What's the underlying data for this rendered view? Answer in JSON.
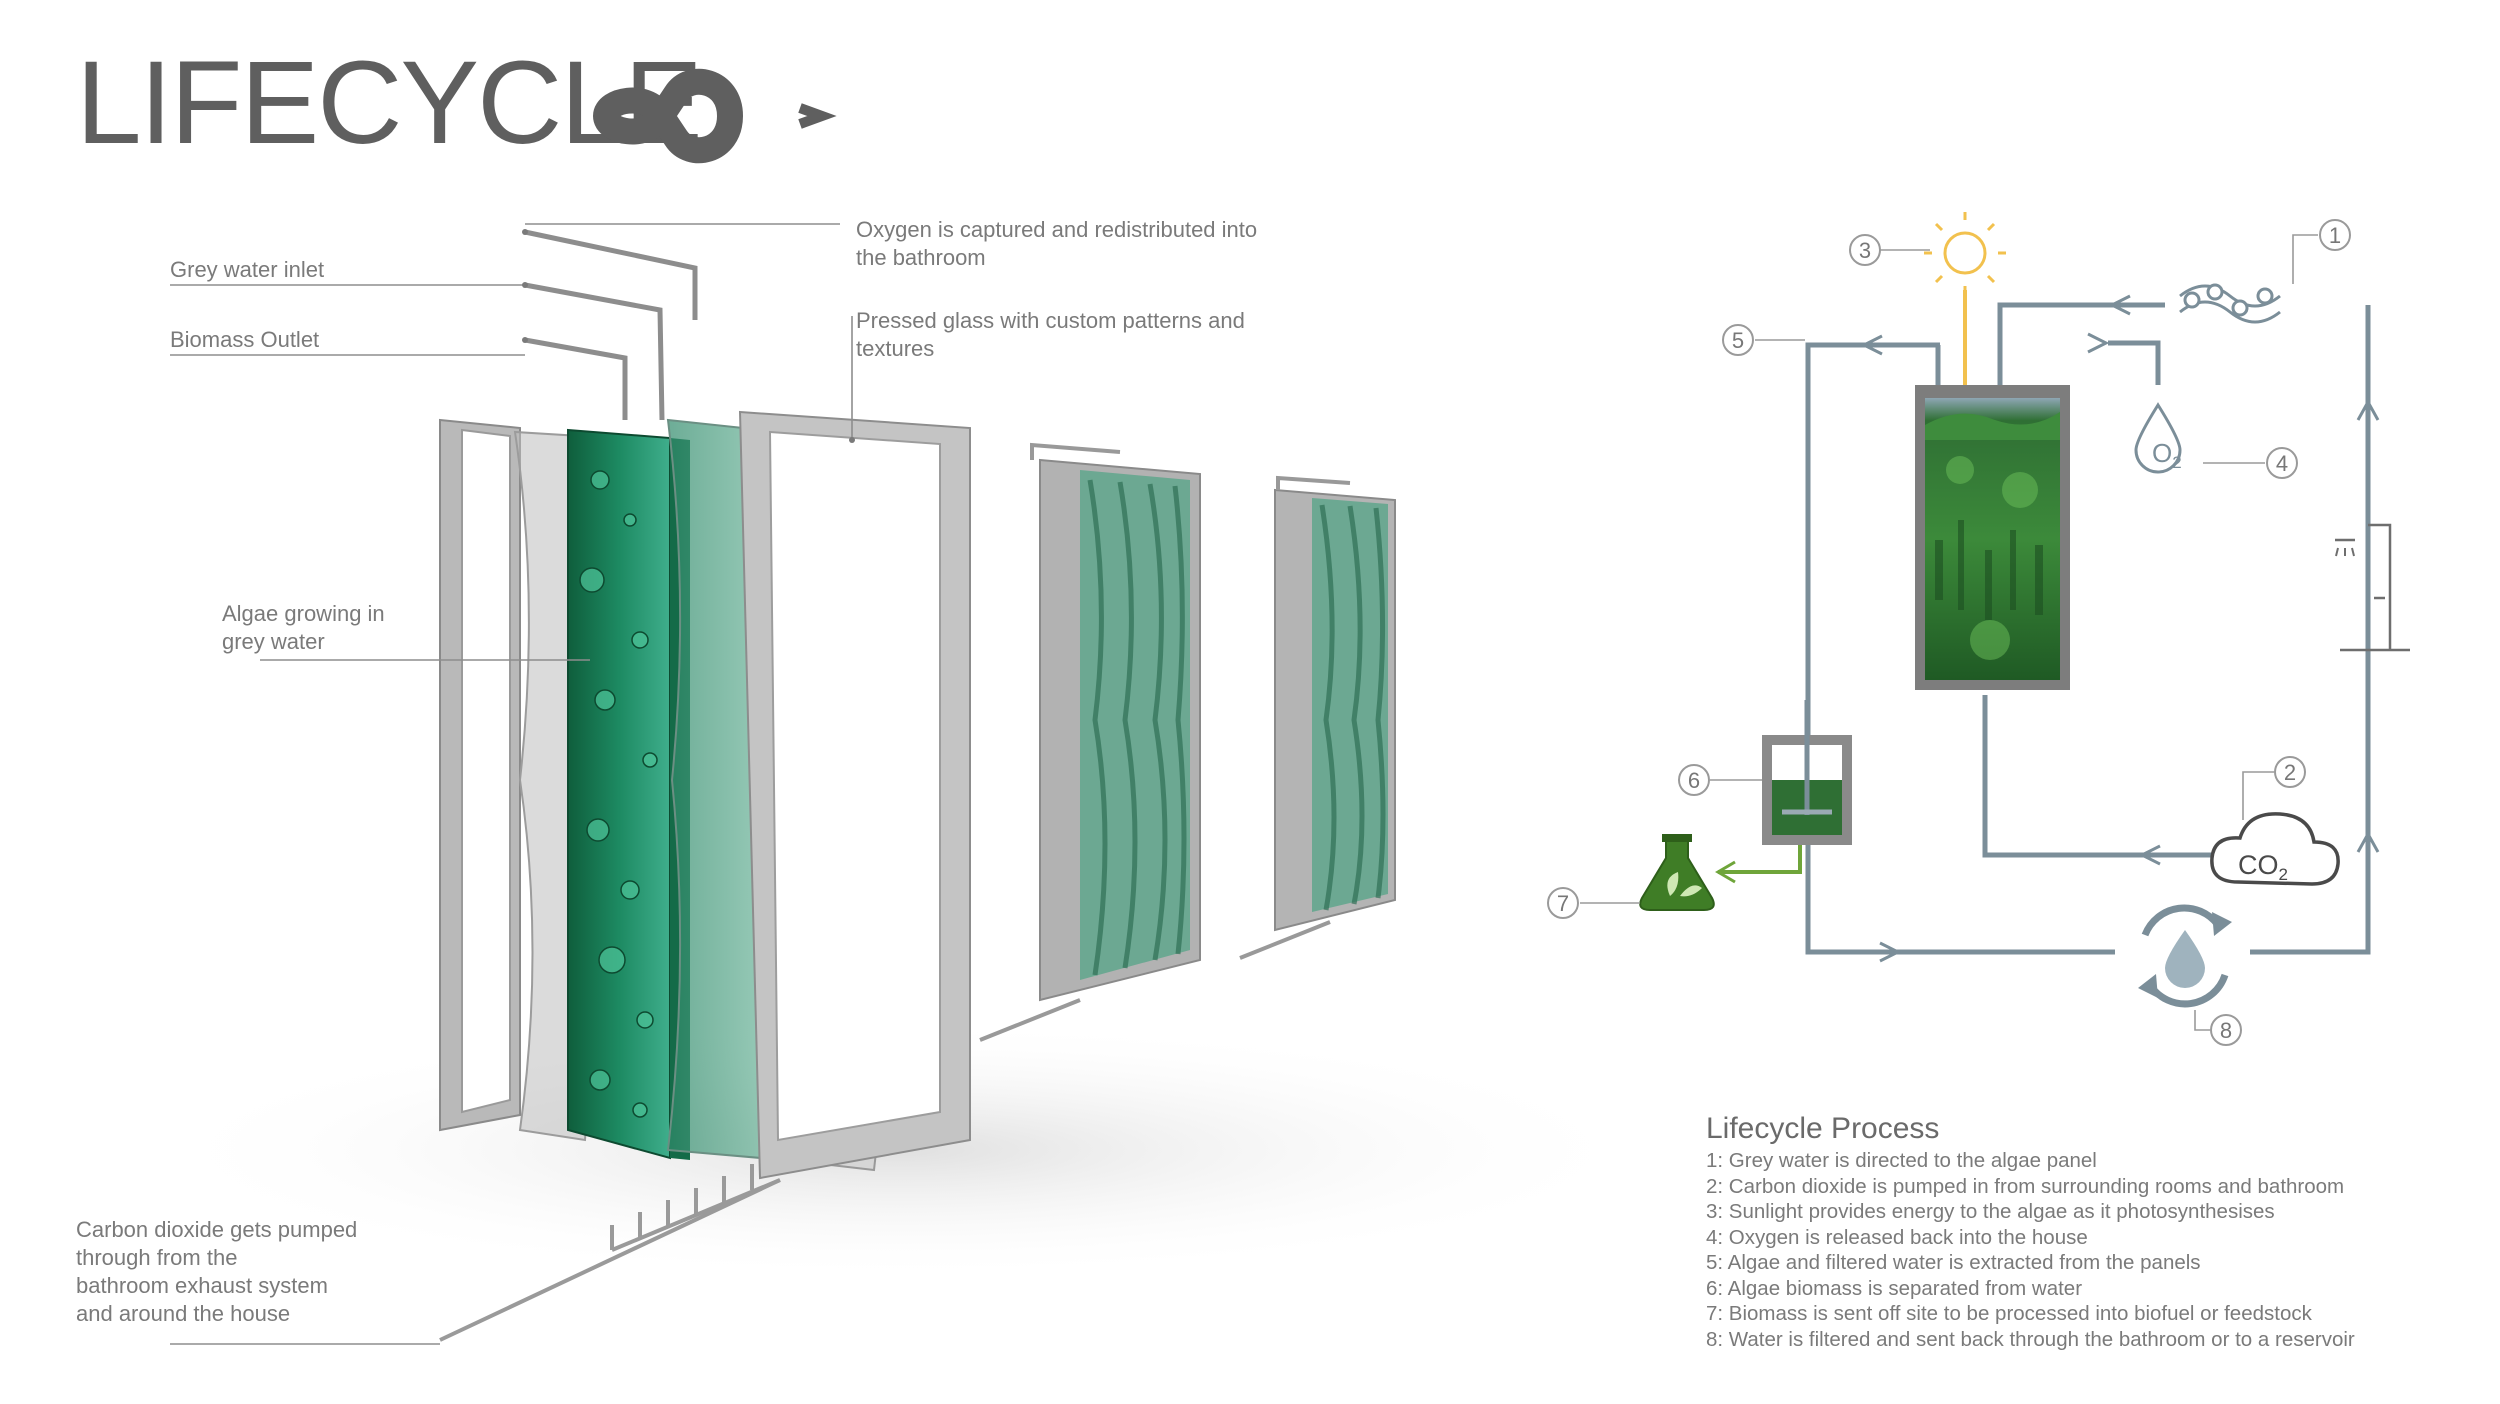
{
  "title": "LIFECYCLE",
  "callouts": {
    "oxygen": "Oxygen is captured and redistributed into\nthe bathroom",
    "grey_water_inlet": "Grey water inlet",
    "biomass_outlet": "Biomass Outlet",
    "pressed_glass": "Pressed glass with custom patterns and\ntextures",
    "algae_growing": "Algae growing in\ngrey water",
    "carbon_dioxide": "Carbon dioxide gets pumped\nthrough from the\nbathroom exhaust system\nand around the house"
  },
  "diagram": {
    "numbers": [
      "1",
      "2",
      "3",
      "4",
      "5",
      "6",
      "7",
      "8"
    ],
    "o2_label": "O",
    "o2_sub": "2",
    "co2_label": "CO",
    "co2_sub": "2",
    "icons": [
      "infinity-loop-icon",
      "water-molecule-icon",
      "sun-icon",
      "oxygen-drop-icon",
      "shower-icon",
      "co2-cloud-icon",
      "biomass-flask-icon",
      "water-recycle-icon"
    ],
    "colors": {
      "pipe": "#7b8e99",
      "algae_green": "#2e7d3a",
      "sunlight": "#f2c14e",
      "biomass_line": "#6fa53a",
      "panel_frame": "#7d7d7d"
    }
  },
  "process": {
    "heading": "Lifecycle Process",
    "steps": [
      "1: Grey water is directed to the algae panel",
      "2: Carbon dioxide is pumped in from surrounding rooms and bathroom",
      "3: Sunlight provides energy to the algae as it photosynthesises",
      "4: Oxygen is released back into the house",
      "5: Algae and filtered water is extracted from the panels",
      "6: Algae biomass is separated from water",
      "7: Biomass is sent off site to be processed into biofuel or feedstock",
      "8: Water is filtered and sent back through the bathroom or to a reservoir"
    ]
  }
}
